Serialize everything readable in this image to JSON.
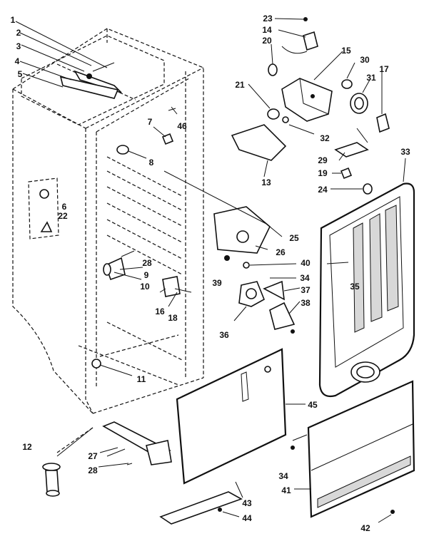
{
  "labels": [
    "1",
    "2",
    "3",
    "4",
    "5",
    "6",
    "7",
    "8",
    "9",
    "10",
    "11",
    "12",
    "13",
    "14",
    "15",
    "16",
    "17",
    "18",
    "19",
    "20",
    "21",
    "22",
    "23",
    "24",
    "25",
    "26",
    "27",
    "28",
    "29",
    "30",
    "31",
    "32",
    "33",
    "34",
    "34",
    "35",
    "36",
    "37",
    "38",
    "39",
    "40",
    "41",
    "42",
    "43",
    "44",
    "45",
    "46",
    "28"
  ]
}
